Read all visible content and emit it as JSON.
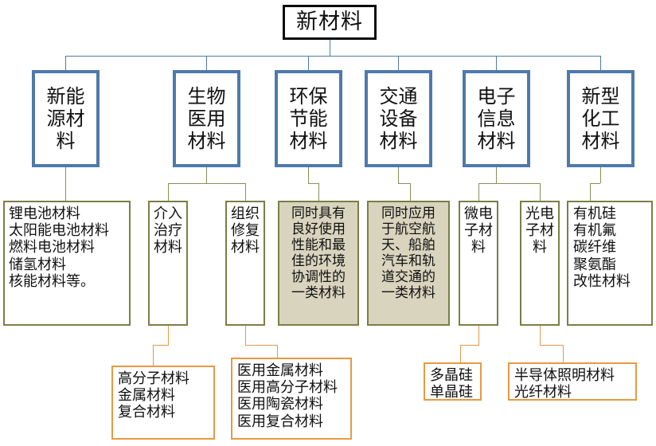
{
  "diagram": {
    "title": "新材料",
    "root": {
      "label": "新材料"
    },
    "level1": [
      {
        "label": "新能\n源材\n料"
      },
      {
        "label": "生物\n医用\n材料"
      },
      {
        "label": "环保\n节能\n材料"
      },
      {
        "label": "交通\n设备\n材料"
      },
      {
        "label": "电子\n信息\n材料"
      },
      {
        "label": "新型\n化工\n材料"
      }
    ],
    "level2": [
      {
        "label": "锂电池材料\n太阳能电池材料\n燃料电池材料\n储氢材料\n核能材料等。",
        "style": "plain"
      },
      {
        "label": "介入\n治疗\n材料",
        "style": "plain-centered"
      },
      {
        "label": "组织\n修复\n材料",
        "style": "plain-centered"
      },
      {
        "label": "同时具有\n良好使用\n性能和最\n佳的环境\n协调性的\n一类材料",
        "style": "shaded"
      },
      {
        "label": "同时应用\n于航空航\n天、船舶\n汽车和轨\n道交通的\n一类材料",
        "style": "shaded"
      },
      {
        "label": "微电\n子材\n料",
        "style": "plain-centered"
      },
      {
        "label": "光电\n子材\n料",
        "style": "plain-centered"
      },
      {
        "label": "有机硅\n有机氟\n碳纤维\n聚氨酯\n改性材料",
        "style": "plain"
      }
    ],
    "level3": [
      {
        "label": "高分子材料\n金属材料\n复合材料"
      },
      {
        "label": "医用金属材料\n医用高分子材料\n医用陶瓷材料\n医用复合材料"
      },
      {
        "label": "多晶硅\n单晶硅"
      },
      {
        "label": "半导体照明材料\n光纤材料"
      }
    ],
    "colors": {
      "root_border": "#0b0b0b",
      "level1_border": "#4E79AC",
      "level2_border": "#7A7F45",
      "level2_shaded_fill": "#D8D4BE",
      "level3_border": "#E79A43",
      "connector_blue": "#4E79AC",
      "connector_olive": "#8A8F55",
      "connector_orange": "#E79A43",
      "background": "#ffffff"
    }
  }
}
